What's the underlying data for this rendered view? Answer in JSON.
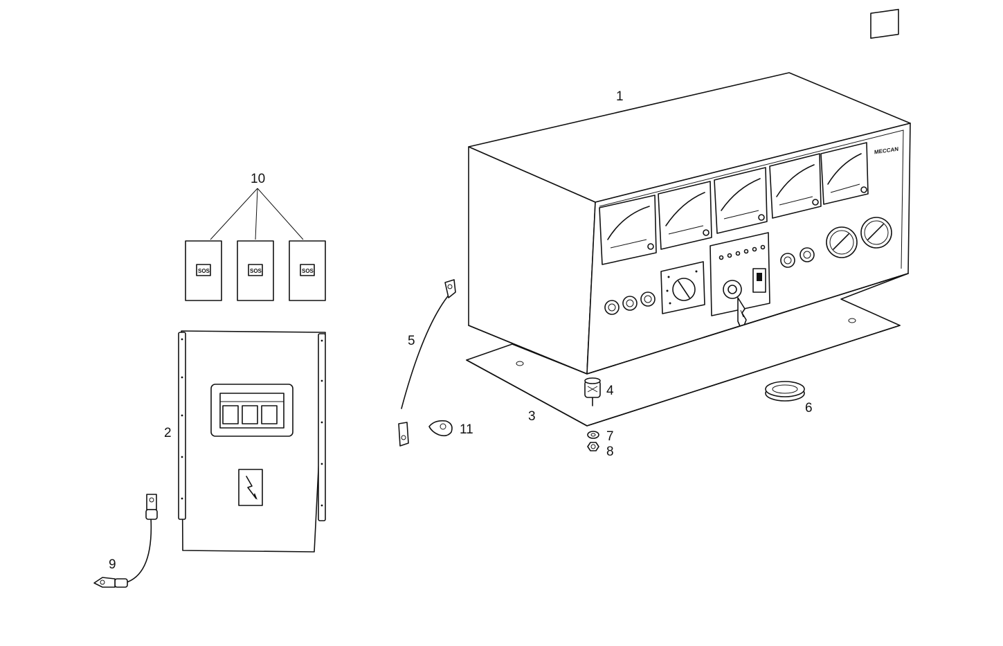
{
  "callouts": {
    "c1": "1",
    "c2": "2",
    "c3": "3",
    "c4": "4",
    "c5": "5",
    "c6": "6",
    "c7": "7",
    "c8": "8",
    "c9": "9",
    "c10": "10",
    "c11": "11"
  },
  "labels": {
    "sticker": "SOS",
    "panel_logo": "MECCAN"
  }
}
